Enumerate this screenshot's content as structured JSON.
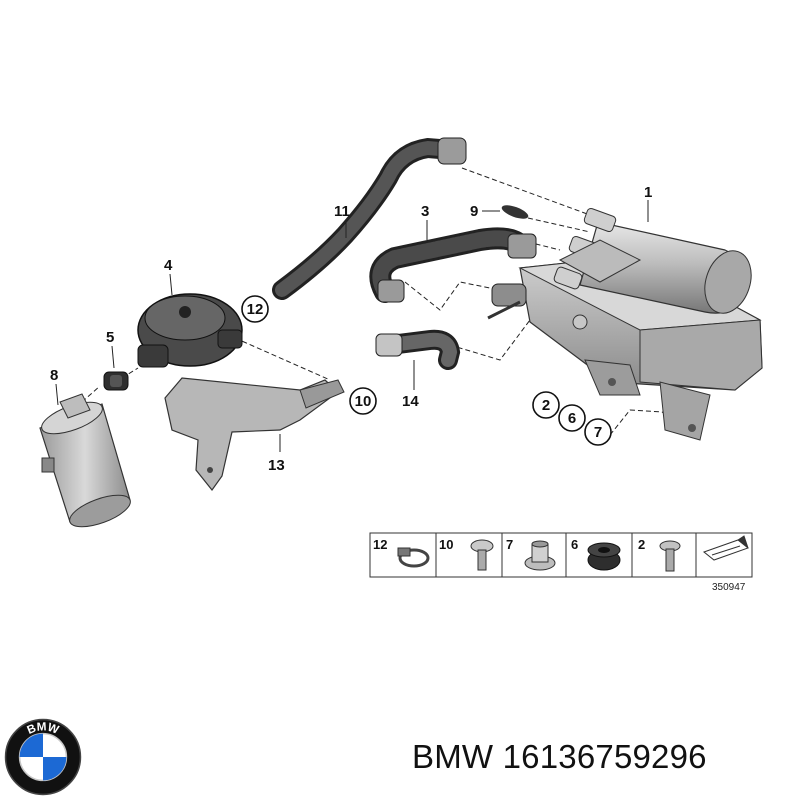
{
  "callouts": {
    "c1": "1",
    "c2": "2",
    "c3": "3",
    "c4": "4",
    "c5": "5",
    "c6": "6",
    "c7": "7",
    "c8": "8",
    "c9": "9",
    "c10": "10",
    "c11": "11",
    "c12": "12",
    "c13": "13",
    "c14": "14"
  },
  "legend": {
    "items": [
      "12",
      "10",
      "7",
      "6",
      "2"
    ],
    "drawing_number": "350947"
  },
  "logo": {
    "letters": "BMW",
    "colors": {
      "blue": "#1c69d4",
      "ring": "#111111"
    }
  },
  "footer": {
    "brand": "BMW",
    "part_number": "16136759296"
  }
}
